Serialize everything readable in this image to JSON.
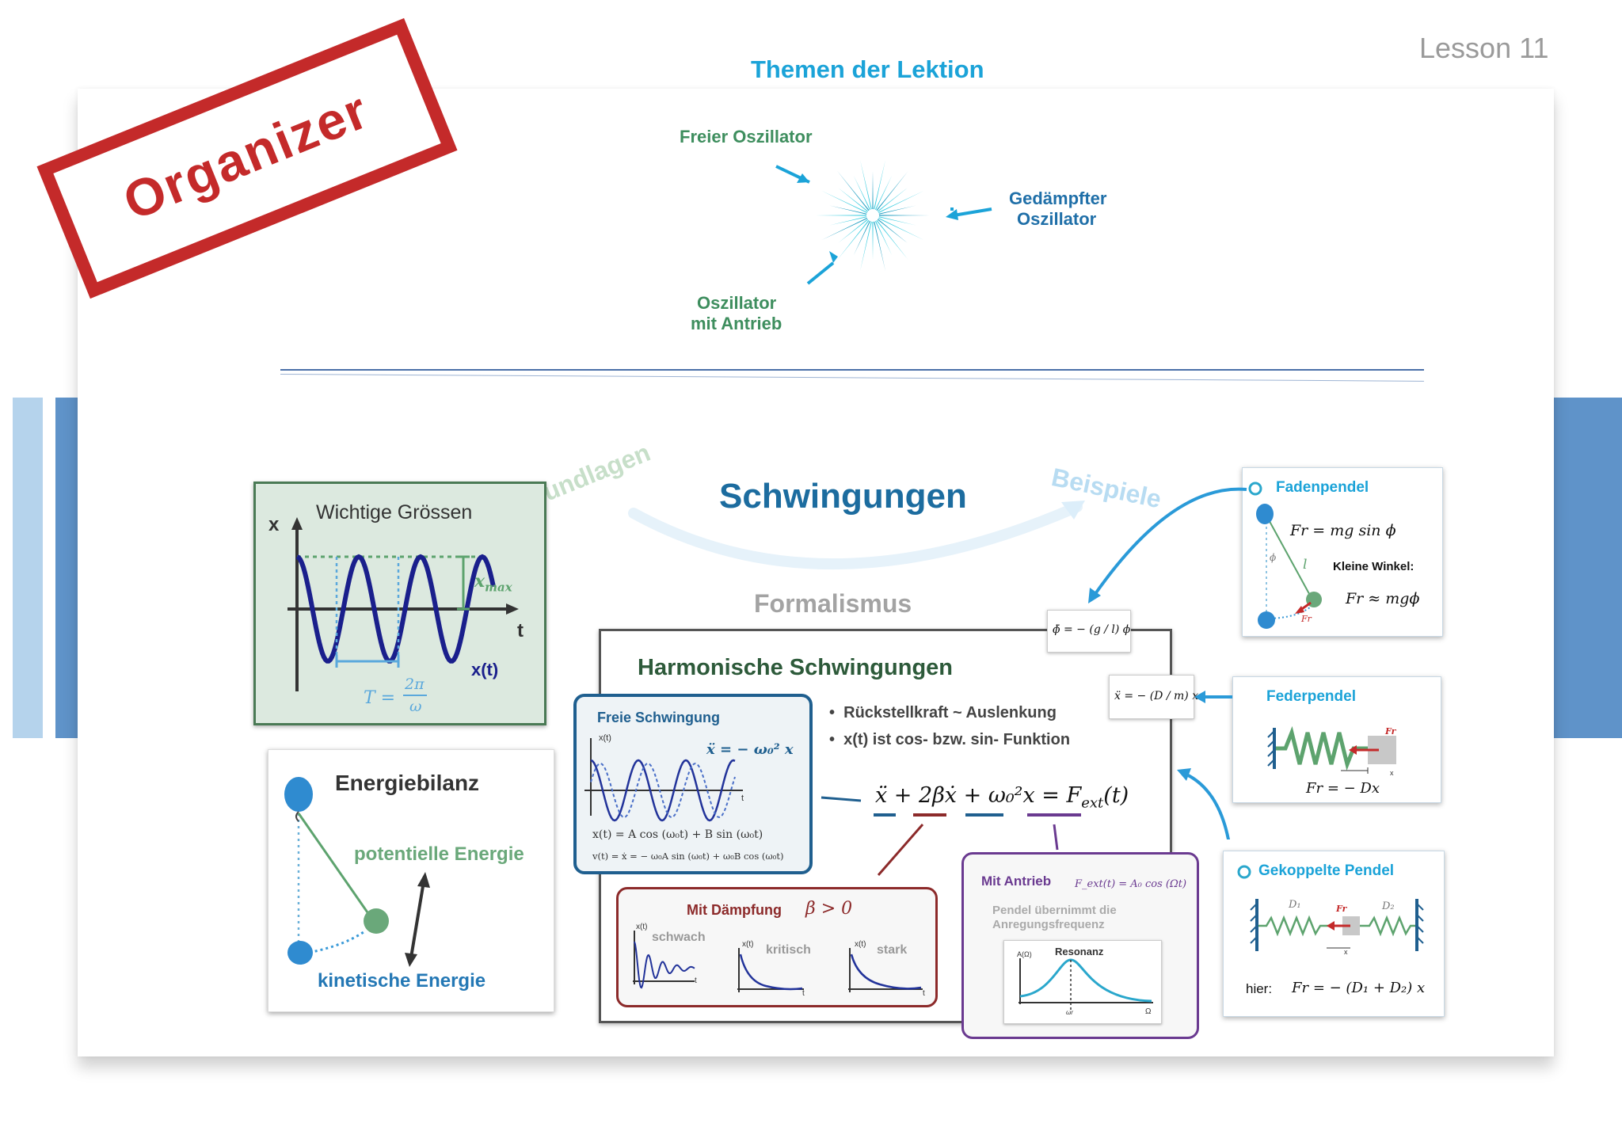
{
  "lesson_label": "Lesson 11",
  "stamp_text": "Organizer",
  "topics": {
    "title": "Themen der Lektion",
    "free": "Freier Oszillator",
    "damped_l1": "Gedämpfter",
    "damped_l2": "Oszillator",
    "driven_l1": "Oszillator",
    "driven_l2": "mit Antrieb"
  },
  "main": {
    "title": "Schwingungen",
    "arc_left": "Grundlagen",
    "arc_right": "Beispiele",
    "arc_bottom": "Formalismus"
  },
  "quantities": {
    "title": "Wichtige Grössen",
    "x_axis": "x",
    "t_axis": "t",
    "xmax": "x",
    "xmax_sub": "max",
    "xt": "x(t)",
    "period_lhs": "T =",
    "period_num": "2π",
    "period_den": "ω"
  },
  "energy": {
    "title": "Energiebilanz",
    "potential": "potentielle Energie",
    "kinetic": "kinetische Energie"
  },
  "harmonic": {
    "title": "Harmonische Schwingungen",
    "bullets": [
      "Rückstellkraft ~ Auslenkung",
      "x(t) ist cos- bzw. sin- Funktion"
    ],
    "equation": "ẍ + 2βẋ + ω₀²x = F",
    "equation_sub": "ext",
    "equation_tail": "(t)"
  },
  "free_oscillation": {
    "title": "Freie Schwingung",
    "y_label": "x(t)",
    "t_label": "t",
    "ode": "ẍ = − ω₀² x",
    "x_solution": "x(t) = A cos (ω₀t) + B sin (ω₀t)",
    "v_solution": "v(t) = ẋ = − ω₀A sin (ω₀t) + ω₀B cos (ω₀t)"
  },
  "damping": {
    "title": "Mit Dämpfung",
    "condition": "β > 0",
    "cases": [
      "schwach",
      "kritisch",
      "stark"
    ],
    "y_label": "x(t)",
    "t_label": "t"
  },
  "driven": {
    "title": "Mit Antrieb",
    "force": "F_ext(t) = A₀ cos (Ωt)",
    "note_l1": "Pendel übernimmt die",
    "note_l2": "Anregungsfrequenz",
    "resonance": "Resonanz",
    "y_label": "A(Ω)",
    "x_label": "Ω",
    "peak_label": "ωr"
  },
  "examples": {
    "pendulum": {
      "title": "Fadenpendel",
      "force": "Fr = mg sin ϕ",
      "small_angle": "Kleine Winkel:",
      "approx": "Fr ≈ mgϕ",
      "ode": "ϕ̈ = − (g / l) ϕ",
      "length": "l",
      "angle": "ϕ",
      "force_label": "Fr"
    },
    "spring": {
      "title": "Federpendel",
      "force": "Fr = − Dx",
      "ode": "ẍ = − (D / m) x",
      "force_label": "Fr",
      "x_label": "x"
    },
    "coupled": {
      "title": "Gekoppelte Pendel",
      "prefix": "hier:",
      "force": "Fr = − (D₁ + D₂) x",
      "d1": "D₁",
      "d2": "D₂",
      "force_label": "Fr",
      "x_label": "x"
    }
  },
  "colors": {
    "cyan_title": "#1ba3d8",
    "green_text": "#3e8e5e",
    "blue_label": "#2478b5",
    "dark_navy": "#1a1f8c",
    "stamp_red": "#c42a2a",
    "side_bar": "#5f93c9",
    "side_bar_light": "#b5d3ec",
    "damping_red": "#8c2a2a",
    "driven_purple": "#6a3a90",
    "free_blue": "#1f5f8f"
  }
}
